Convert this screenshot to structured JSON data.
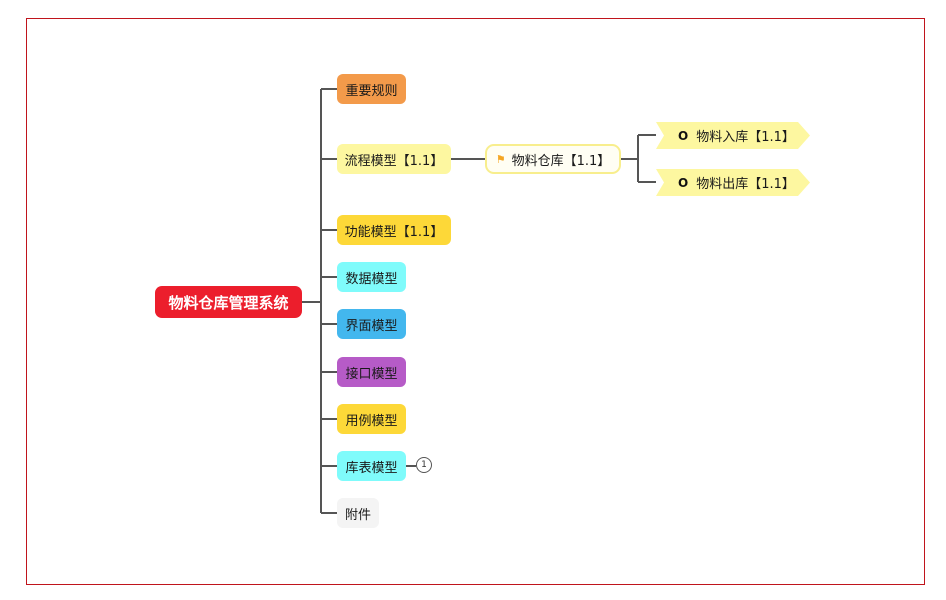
{
  "root": {
    "label": "物料仓库管理系统",
    "color": "#ec1e2c"
  },
  "branches": [
    {
      "label": "重要规则",
      "color": "#f39a4a"
    },
    {
      "label": "流程模型【1.1】",
      "color": "#fdf7a0"
    },
    {
      "label": "功能模型【1.1】",
      "color": "#fdd838"
    },
    {
      "label": "数据模型",
      "color": "#7ffbfb"
    },
    {
      "label": "界面模型",
      "color": "#43b7ee"
    },
    {
      "label": "接口模型",
      "color": "#b65bc7"
    },
    {
      "label": "用例模型",
      "color": "#fdd838"
    },
    {
      "label": "库表模型",
      "color": "#7ffbfb"
    },
    {
      "label": "附件",
      "color": "#f4f4f4"
    }
  ],
  "sub_node": {
    "label": "物料仓库【1.1】",
    "icon": "flag-icon"
  },
  "leaf_nodes": [
    {
      "label": "物料入库【1.1】",
      "icon": "ring-icon",
      "icon_glyph": "O"
    },
    {
      "label": "物料出库【1.1】",
      "icon": "ring-icon",
      "icon_glyph": "O"
    }
  ],
  "collapsed_count": "1"
}
